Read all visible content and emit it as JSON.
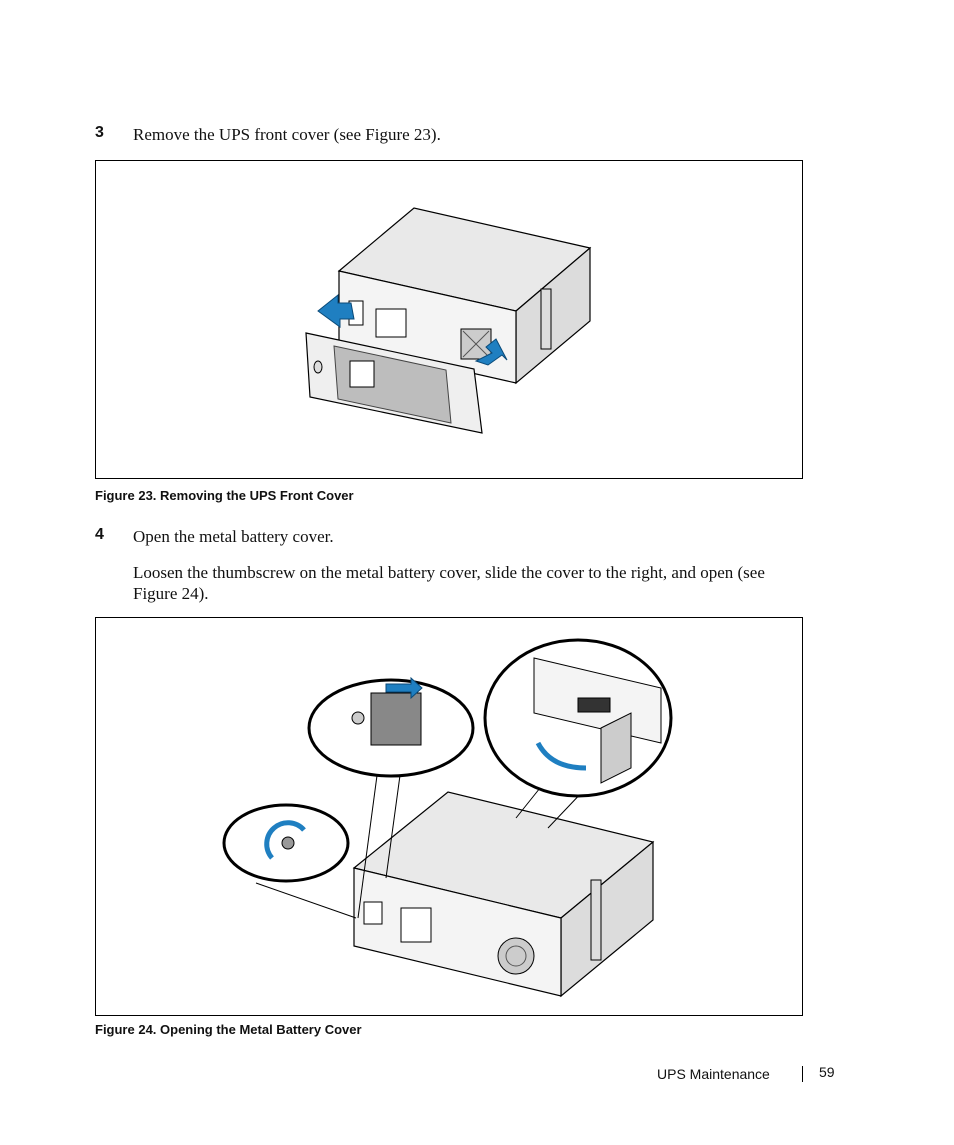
{
  "step3": {
    "number": "3",
    "text": "Remove the UPS front cover (see Figure 23)."
  },
  "figure23": {
    "caption": "Figure 23. Removing the UPS Front Cover"
  },
  "step4": {
    "number": "4",
    "text": "Open the metal battery cover.",
    "detail_line1": "Loosen the thumbscrew on the metal battery cover, slide the cover to the right, and open (see",
    "detail_line2": "Figure 24)."
  },
  "figure24": {
    "caption": "Figure 24. Opening the Metal Battery Cover"
  },
  "footer": {
    "section": "UPS Maintenance",
    "page_number": "59"
  },
  "colors": {
    "arrow_blue": "#1f7fc1",
    "unit_gray": "#e6e6e6"
  }
}
